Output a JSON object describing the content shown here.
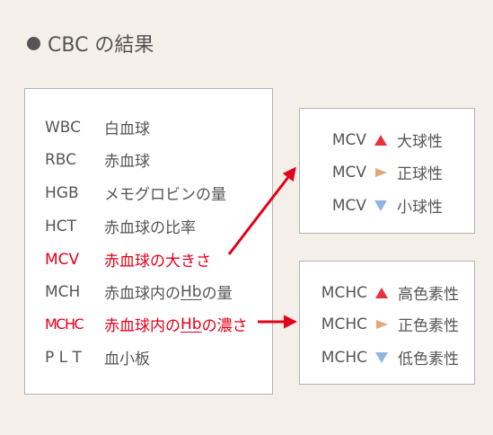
{
  "title": "CBC の結果",
  "colors": {
    "background": "#f4efe8",
    "text": "#555555",
    "highlight_red": "#e2001a",
    "triangle_up": "#e8313a",
    "triangle_right": "#e2a87a",
    "triangle_down": "#8fb4e0"
  },
  "items": [
    {
      "abbr": "WBC",
      "desc": "白血球",
      "highlight": false
    },
    {
      "abbr": "RBC",
      "desc": "赤血球",
      "highlight": false
    },
    {
      "abbr": "HGB",
      "desc": "メモグロビンの量",
      "highlight": false
    },
    {
      "abbr": "HCT",
      "desc": "赤血球の比率",
      "highlight": false
    },
    {
      "abbr": "MCV",
      "desc": "赤血球の大きさ",
      "highlight": true
    },
    {
      "abbr": "MCH",
      "desc_pre": "赤血球内の ",
      "desc_u": "Hb",
      "desc_post": " の量",
      "highlight": false
    },
    {
      "abbr": "MCHC",
      "desc_pre": "赤血球内の ",
      "desc_u": "Hb",
      "desc_post": " の濃さ",
      "highlight": true
    },
    {
      "abbr": "P L T",
      "desc": "血小板",
      "highlight": false
    }
  ],
  "mcv_box": [
    {
      "label": "MCV",
      "icon": "triangle-up-icon",
      "desc": "大球性"
    },
    {
      "label": "MCV",
      "icon": "triangle-right-icon",
      "desc": "正球性"
    },
    {
      "label": "MCV",
      "icon": "triangle-down-icon",
      "desc": "小球性"
    }
  ],
  "mchc_box": [
    {
      "label": "MCHC",
      "icon": "triangle-up-icon",
      "desc": "高色素性"
    },
    {
      "label": "MCHC",
      "icon": "triangle-right-icon",
      "desc": "正色素性"
    },
    {
      "label": "MCHC",
      "icon": "triangle-down-icon",
      "desc": "低色素性"
    }
  ]
}
